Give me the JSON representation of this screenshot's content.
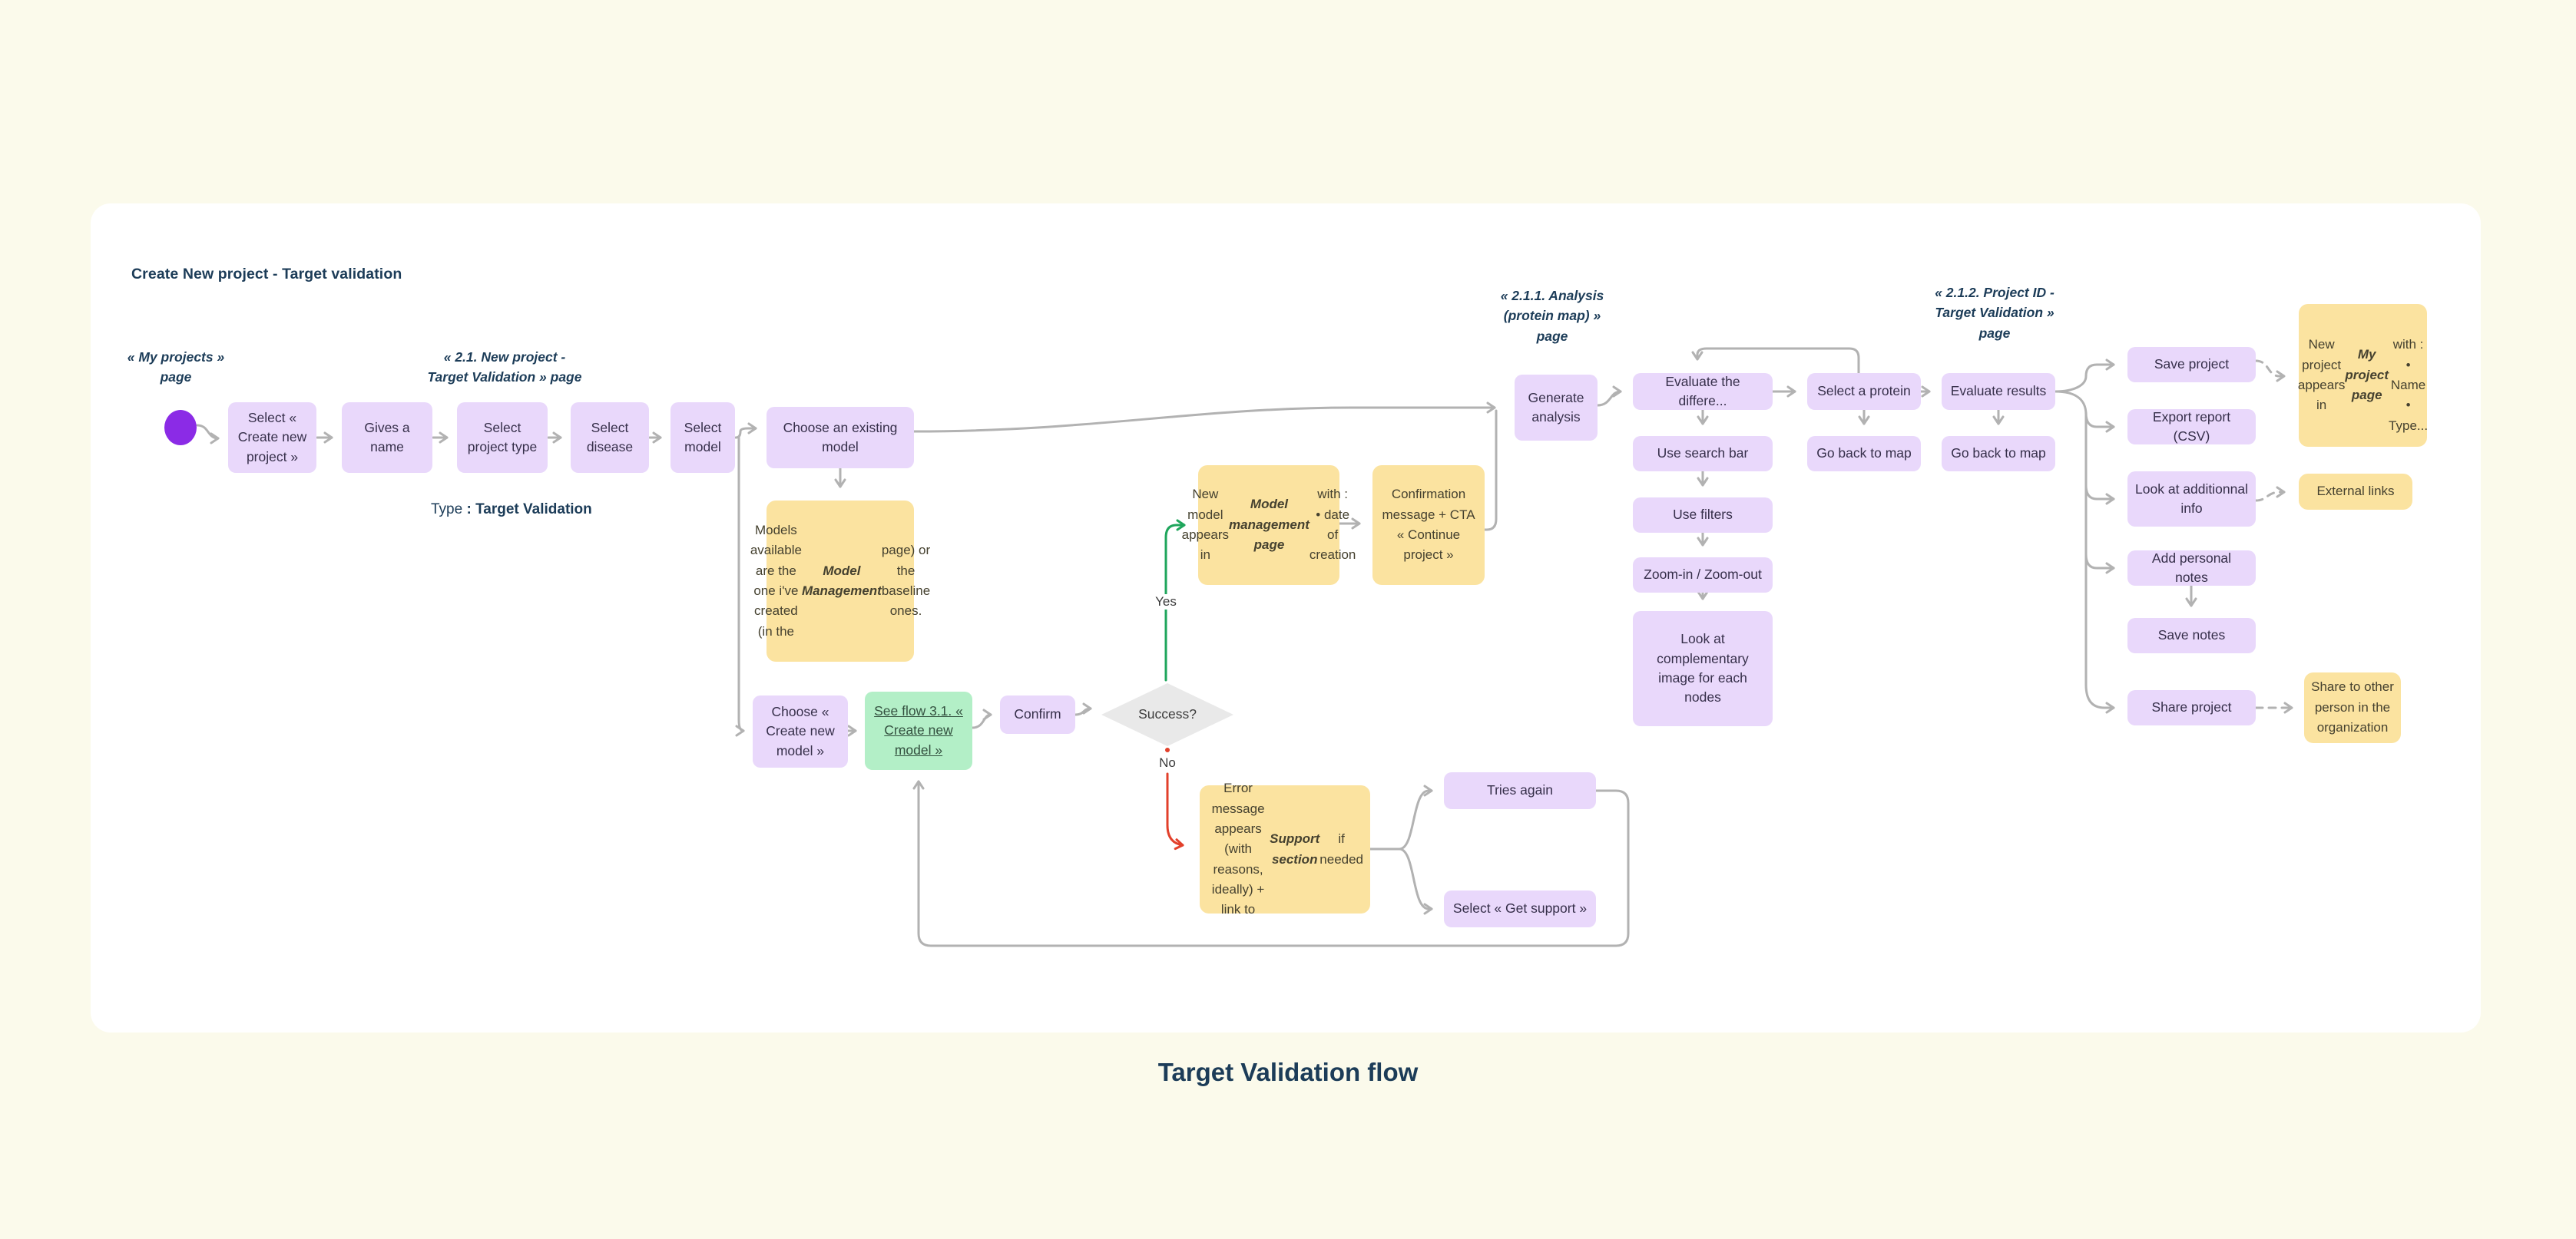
{
  "header": {
    "title": "Create New project - Target validation"
  },
  "footer": {
    "caption": "Target Validation flow"
  },
  "page_labels": {
    "my_projects": "« My projects »\npage",
    "new_project": "« 2.1. New project -\nTarget Validation » page",
    "analysis": "« 2.1.1. Analysis\n(protein map) »\npage",
    "project_id": "« 2.1.2. Project ID -\nTarget Validation »\npage"
  },
  "type_line": [
    {
      "t": "Type "
    },
    {
      "t": ": Target Validation",
      "b": true
    }
  ],
  "nodes": {
    "select_create_project": "Select « Create new project »",
    "gives_a_name": "Gives a name",
    "select_project_type": "Select project type",
    "select_disease": "Select disease",
    "select_model": "Select model",
    "choose_existing_model": "Choose an existing model",
    "choose_create_new_model": "Choose « Create new model »",
    "see_flow_link": "See flow 3.1.  « Create new model »",
    "confirm": "Confirm",
    "success": "Success?",
    "yes": "Yes",
    "no": "No",
    "tries_again": "Tries again",
    "get_support": "Select « Get support »",
    "generate_analysis": "Generate analysis",
    "evaluate_differences": "Evaluate the differe...",
    "use_search_bar": "Use search bar",
    "use_filters": "Use filters",
    "zoom_in_out": "Zoom-in / Zoom-out",
    "complementary_image": "Look at complementary image for each nodes",
    "select_protein": "Select a protein",
    "go_back_map_1": "Go back to map",
    "evaluate_results": "Evaluate results",
    "go_back_map_2": "Go back to map",
    "save_project": "Save project",
    "export_report": "Export report (CSV)",
    "additional_info": "Look at additionnal info",
    "add_notes": "Add personal notes",
    "save_notes": "Save notes",
    "share_project": "Share project"
  },
  "notes": {
    "models_available": [
      {
        "t": "Models available are the one i've created (in the "
      },
      {
        "t": "Model Management",
        "b": true,
        "i": true
      },
      {
        "t": " page) or the baseline ones."
      }
    ],
    "new_model": [
      {
        "t": "New model appears in\n"
      },
      {
        "t": "Model management page",
        "b": true,
        "i": true
      },
      {
        "t": " with :\n•  date of creation"
      }
    ],
    "confirmation": "Confirmation message + CTA « Continue project »",
    "error": [
      {
        "t": "Error message appears (with reasons, ideally) + link to "
      },
      {
        "t": "Support section",
        "b": true,
        "i": true
      },
      {
        "t": " if needed"
      }
    ],
    "new_project": [
      {
        "t": "New project appears in\n"
      },
      {
        "t": "My project page",
        "b": true,
        "i": true
      },
      {
        "t": "\nwith :\n•  Name\n•  Type..."
      }
    ],
    "external_links": "External links",
    "share_other": "Share to other person in the organization"
  },
  "colors": {
    "page_background": "#fbfaeb",
    "canvas": "#ffffff",
    "node_fill": "#e9d8fb",
    "sticky_fill": "#fbe3a0",
    "link_fill": "#b3efc7",
    "decision_fill": "#e9e9e9",
    "start_dot": "#8b2be6",
    "connector": "#b2b2b2",
    "yes_connector": "#1fa65c",
    "no_connector": "#e2402b",
    "heading_text": "#1c3c58"
  }
}
